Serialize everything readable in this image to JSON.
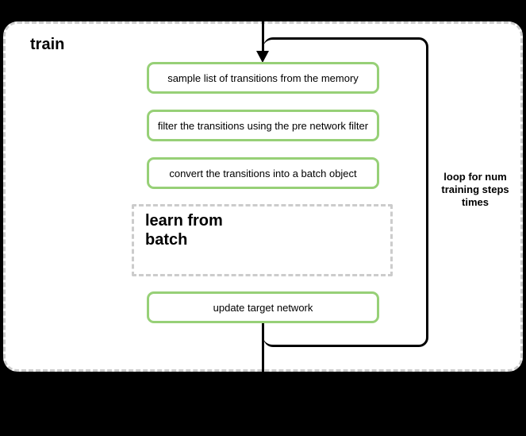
{
  "title": "train",
  "flow": {
    "steps": [
      "sample list of transitions from the memory",
      "filter the transitions using the pre network filter",
      "convert the transitions into a batch object"
    ],
    "subprocess": "learn from\nbatch",
    "final_step": "update target network",
    "loop_note": "loop for num\ntraining steps\ntimes"
  },
  "colors": {
    "background": "#000000",
    "frame_fill": "#ffffff",
    "frame_border": "#cccccc",
    "step_border_green": "#97d077",
    "loop_border": "#000000",
    "text": "#000000"
  }
}
